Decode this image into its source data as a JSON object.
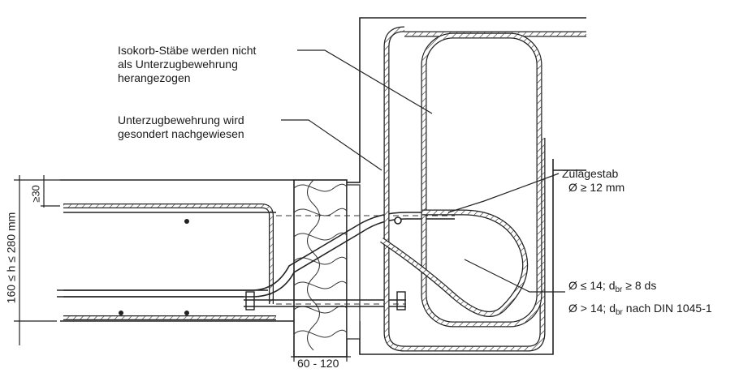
{
  "labels": {
    "isokorb_line1": "Isokorb-Stäbe werden nicht",
    "isokorb_line2": "als Unterzugbewehrung",
    "isokorb_line3": "herangezogen",
    "unterzug_line1": "Unterzugbewehrung wird",
    "unterzug_line2": "gesondert nachgewiesen",
    "zulage_line1": "Zulagestab",
    "zulage_line2": "Ø ≥ 12 mm",
    "bend1_prefix": "Ø ≤ 14; d",
    "bend1_sub": "br",
    "bend1_suffix": " ≥ 8 ds",
    "bend2_prefix": "Ø > 14; d",
    "bend2_sub": "br",
    "bend2_suffix": " nach DIN 1045-1"
  },
  "dimensions": {
    "height_range": "160 ≤ h ≤ 280 mm",
    "cover": "≥30",
    "insulation_width": "60 - 120"
  }
}
